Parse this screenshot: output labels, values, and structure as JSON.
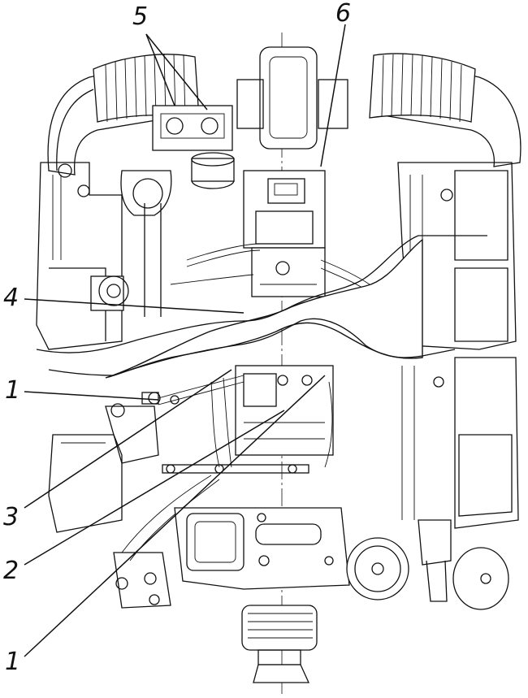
{
  "callouts": [
    {
      "id": "c5",
      "text": "5"
    },
    {
      "id": "c6",
      "text": "6"
    },
    {
      "id": "c4",
      "text": "4"
    },
    {
      "id": "c1a",
      "text": "1"
    },
    {
      "id": "c3",
      "text": "3"
    },
    {
      "id": "c2",
      "text": "2"
    },
    {
      "id": "c1b",
      "text": "1"
    }
  ]
}
